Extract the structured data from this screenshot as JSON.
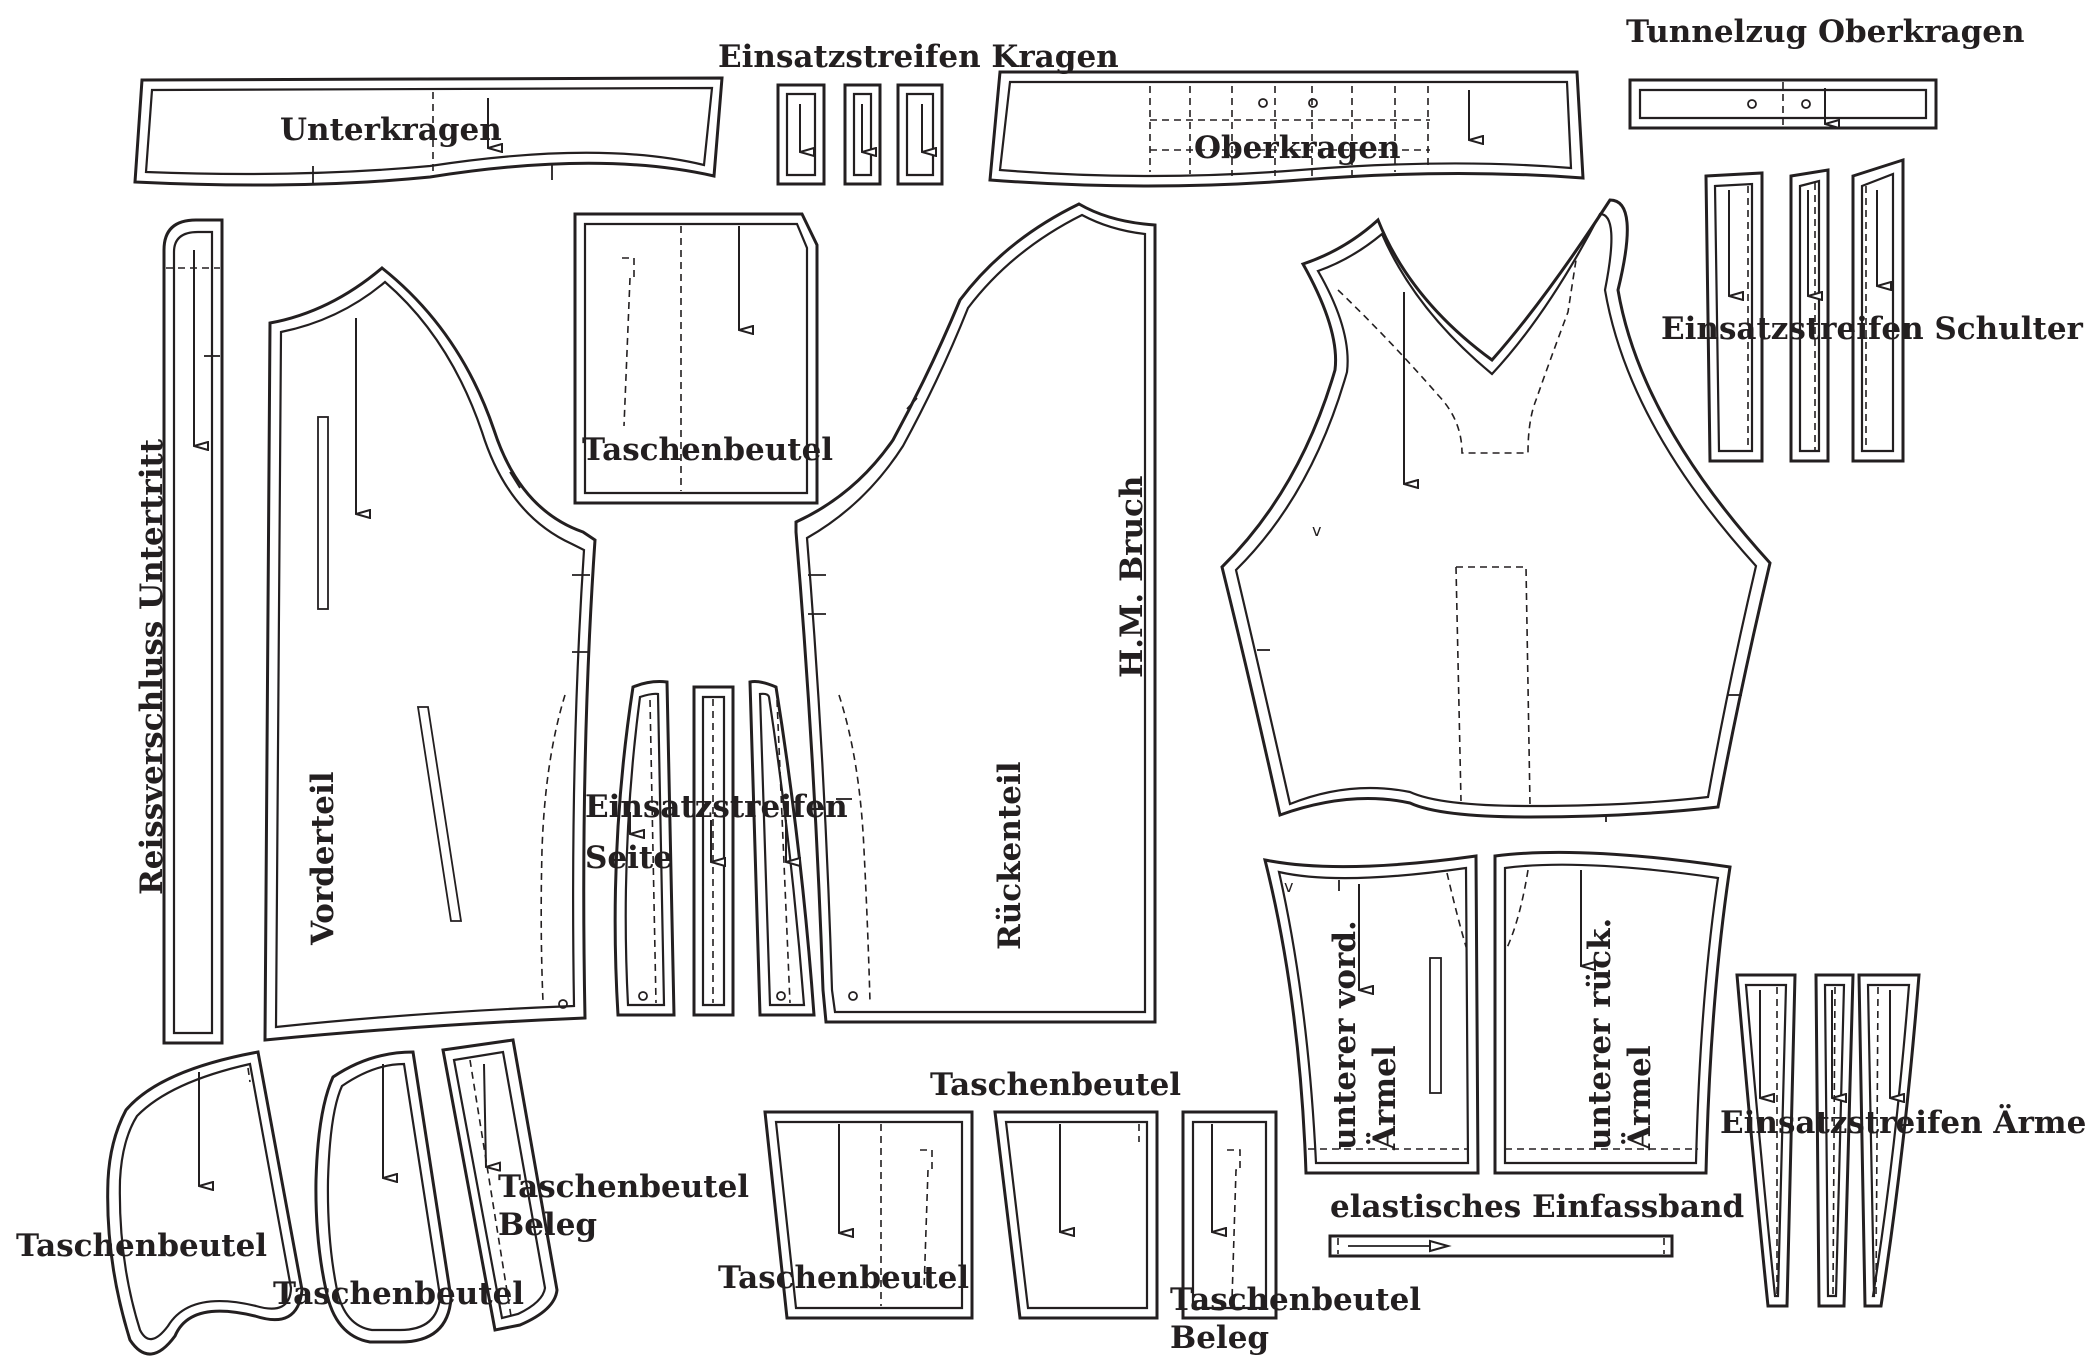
{
  "labels": {
    "tunnelzug_oberkragen": "Tunnelzug Oberkragen",
    "einsatzstreifen_kragen": "Einsatzstreifen Kragen",
    "unterkragen": "Unterkragen",
    "oberkragen": "Oberkragen",
    "einsatzstreifen_schulter": "Einsatzstreifen Schulter",
    "taschenbeutel_top": "Taschenbeutel",
    "hm_bruch": "H.M. Bruch",
    "reissverschluss_untertritt": "Reissverschluss Untertritt",
    "vorderteil": "Vorderteil",
    "einsatzstreifen_seite_1": "Einsatzstreifen",
    "einsatzstreifen_seite_2": "Seite",
    "rueckenteil": "Rückenteil",
    "unterer_vord_aermel_1": "unterer vord.",
    "unterer_vord_aermel_2": "Ärmel",
    "unterer_rueck_aermel_1": "unterer rück.",
    "unterer_rueck_aermel_2": "Ärmel",
    "einsatzstreifen_aermel": "Einsatzstreifen Ärmel",
    "taschenbeutel_bottom_header": "Taschenbeutel",
    "elastisches_einfassband": "elastisches Einfassband",
    "taschenbeutel_left_1": "Taschenbeutel",
    "taschenbeutel_left_2": "Taschenbeutel",
    "taschenbeutel_beleg_left_1": "Taschenbeutel",
    "taschenbeutel_beleg_left_2": "Beleg",
    "taschenbeutel_mid": "Taschenbeutel",
    "taschenbeutel_beleg_mid_1": "Taschenbeutel",
    "taschenbeutel_beleg_mid_2": "Beleg"
  },
  "notch_mark": "v"
}
